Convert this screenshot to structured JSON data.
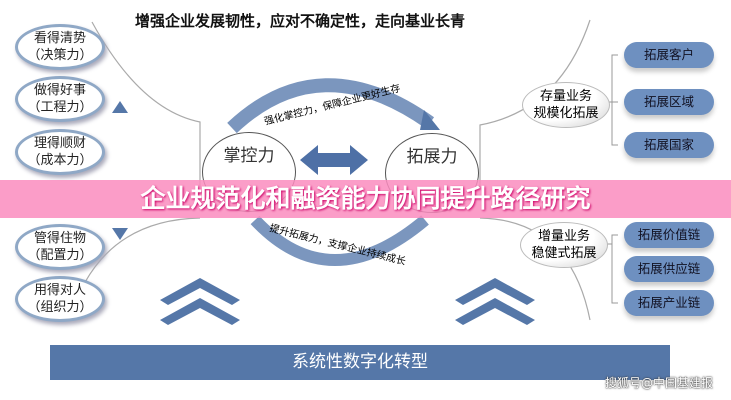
{
  "top_title": "增强企业发展韧性，应对不确定性，走向基业长青",
  "left_items": [
    {
      "line1": "看得清势",
      "line2": "（决策力）"
    },
    {
      "line1": "做得好事",
      "line2": "（工程力）"
    },
    {
      "line1": "理得顺财",
      "line2": "（成本力）"
    },
    {
      "line1": "管得住物",
      "line2": "（配置力）"
    },
    {
      "line1": "用得对人",
      "line2": "（组织力）"
    }
  ],
  "center": {
    "left_circle": "掌控力",
    "right_circle": "拓展力",
    "top_arc": "强化掌控力，保障企业更好生存",
    "bottom_arc": "提升拓展力，支撑企业持续成长"
  },
  "right_groups": [
    {
      "line1": "存量业务",
      "line2": "规模化拓展"
    },
    {
      "line1": "增量业务",
      "line2": "稳健式拓展"
    }
  ],
  "pills": [
    "拓展客户",
    "拓展区域",
    "拓展国家",
    "拓展价值链",
    "拓展供应链",
    "拓展产业链"
  ],
  "overlay_title": "企业规范化和融资能力协同提升路径研究",
  "bottom_bar": "系统性数字化转型",
  "watermark": "搜狐号@中国基建报",
  "colors": {
    "accent": "#5577a8",
    "overlay": "#fa8cbe"
  }
}
